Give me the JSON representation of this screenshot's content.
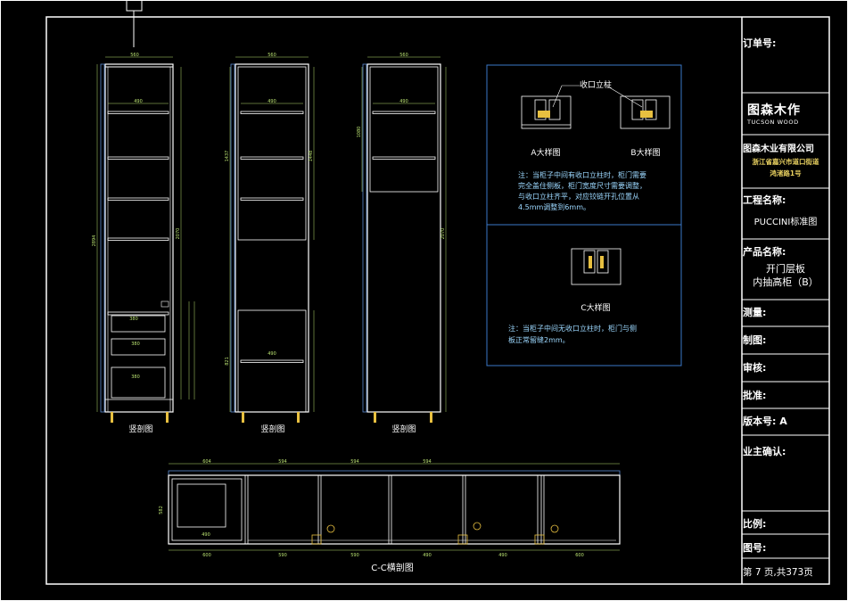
{
  "title_block": {
    "order_label": "订单号:",
    "logo_main": "图森木作",
    "logo_sub": "TUCSON WOOD",
    "company": "图森木业有限公司",
    "address_line1": "浙江省嘉兴市道口街道",
    "address_line2": "鸿渚路1号",
    "project_label": "工程名称:",
    "project_value": "PUCCINI标准图",
    "product_label": "产品名称:",
    "product_line1": "开门层板",
    "product_line2": "内抽高柜（B）",
    "measure_label": "测量:",
    "draw_label": "制图:",
    "review_label": "审核:",
    "approve_label": "批准:",
    "version_label": "版本号: A",
    "owner_label": "业主确认:",
    "scale_label": "比例:",
    "drawing_no_label": "图号:",
    "page_label": "第 7 页,共373页"
  },
  "views": {
    "section1_caption": "竖剖图",
    "section2_caption": "竖剖图",
    "section3_caption": "竖剖图",
    "plan_caption": "C-C横剖图"
  },
  "details": {
    "callout_label": "收口立柱",
    "detail_a": "A大样图",
    "detail_b": "B大样图",
    "detail_c": "C大样图",
    "note1_line1": "注：当柜子中间有收口立柱时，柜门需要",
    "note1_line2": "完全盖住侧板，柜门宽度尺寸需要调整，",
    "note1_line3": "与收口立柱齐平，对应铰链开孔位置从",
    "note1_line4": "4.5mm调整到6mm。",
    "note2_line1": "注：当柜子中间无收口立柱时，柜门与侧",
    "note2_line2": "板正常留缝2mm。"
  },
  "dimensions": {
    "top_width1": "560",
    "top_width2": "560",
    "top_width3": "560",
    "shelf_width1": "490",
    "shelf_width2": "490",
    "shelf_width3": "490",
    "height_total": "2894",
    "height_right": "2070",
    "height_upper2": "1437",
    "height_upper2b": "1448",
    "height_upper3": "1080",
    "height_right3": "2070",
    "drawer1": "380",
    "drawer2": "380",
    "drawer3": "380",
    "lower2": "490",
    "lower2_h": "821",
    "plan_top1": "604",
    "plan_top2": "594",
    "plan_top3": "594",
    "plan_top4": "594",
    "plan_bot1": "600",
    "plan_bot2": "590",
    "plan_bot3": "590",
    "plan_bot4": "490",
    "plan_bot5": "490",
    "plan_bot6": "600",
    "plan_depth": "582",
    "plan_drawer": "490"
  },
  "colors": {
    "cabinet": "#ffffff",
    "frame": "#ffffff",
    "detail_box": "#3a78c8",
    "note": "#8cc8ff",
    "dimension": "#b8e070",
    "hardware": "#e8c040"
  }
}
